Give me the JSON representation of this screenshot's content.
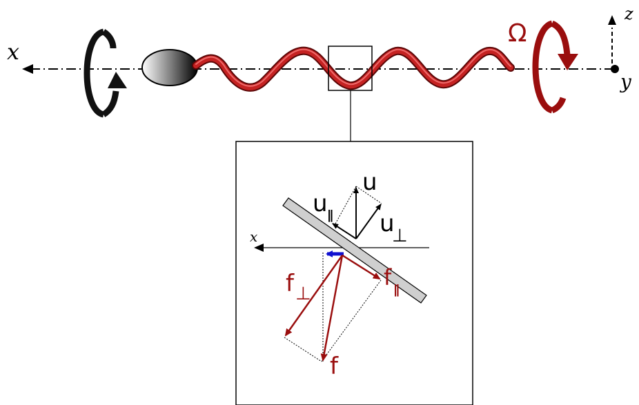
{
  "axes": {
    "x_label": "x",
    "y_label": "y",
    "z_label": "z",
    "inset_x_label": "x"
  },
  "symbols": {
    "omega": "Ω"
  },
  "inset": {
    "u": "u",
    "u_par": "u",
    "u_par_sub": "∥",
    "u_perp": "u",
    "u_perp_sub": "⊥",
    "f": "f",
    "f_par": "f",
    "f_par_sub": "∥",
    "f_perp": "f",
    "f_perp_sub": "⊥"
  },
  "colors": {
    "flagellum": "#b01818",
    "rotation_right": "#9a0e0e",
    "rotation_left": "#111111",
    "force": "#9a0e0e",
    "velocity": "#000000",
    "net_force": "#1010d0",
    "rod_fill": "#cfcfcf"
  }
}
